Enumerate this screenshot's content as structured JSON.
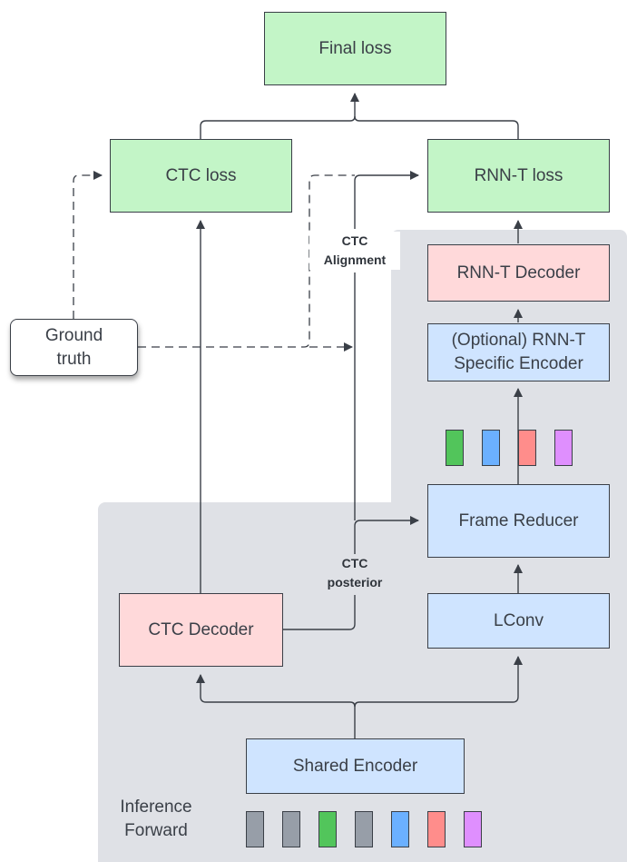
{
  "diagram": {
    "nodes": {
      "final_loss": "Final loss",
      "ctc_loss": "CTC loss",
      "rnnt_loss": "RNN-T loss",
      "rnnt_decoder": "RNN-T Decoder",
      "rnnt_specific_encoder_line1": "(Optional) RNN-T",
      "rnnt_specific_encoder_line2": "Specific Encoder",
      "frame_reducer": "Frame Reducer",
      "lconv": "LConv",
      "ctc_decoder": "CTC Decoder",
      "shared_encoder": "Shared Encoder",
      "ground_truth_line1": "Ground",
      "ground_truth_line2": "truth"
    },
    "edge_labels": {
      "ctc_alignment_line1": "CTC",
      "ctc_alignment_line2": "Alignment",
      "ctc_posterior_line1": "CTC",
      "ctc_posterior_line2": "posterior"
    },
    "region_labels": {
      "inference_forward_line1": "Inference",
      "inference_forward_line2": "Forward"
    },
    "colors": {
      "loss_fill": "#c3f5c7",
      "decoder_fill": "#ffd9da",
      "encoder_fill": "#cfe4ff",
      "region_fill": "#dfe1e6",
      "stroke": "#3a3f47"
    },
    "input_tokens": [
      {
        "kind": "blank",
        "color": "#979ea8"
      },
      {
        "kind": "blank",
        "color": "#979ea8"
      },
      {
        "kind": "token",
        "color": "#52c55b"
      },
      {
        "kind": "blank",
        "color": "#979ea8"
      },
      {
        "kind": "token",
        "color": "#6bb0ff"
      },
      {
        "kind": "token",
        "color": "#ff8d8b"
      },
      {
        "kind": "token",
        "color": "#df8ffe"
      }
    ],
    "reduced_tokens": [
      {
        "kind": "token",
        "color": "#52c55b"
      },
      {
        "kind": "token",
        "color": "#6bb0ff"
      },
      {
        "kind": "token",
        "color": "#ff8d8b"
      },
      {
        "kind": "token",
        "color": "#df8ffe"
      }
    ]
  }
}
